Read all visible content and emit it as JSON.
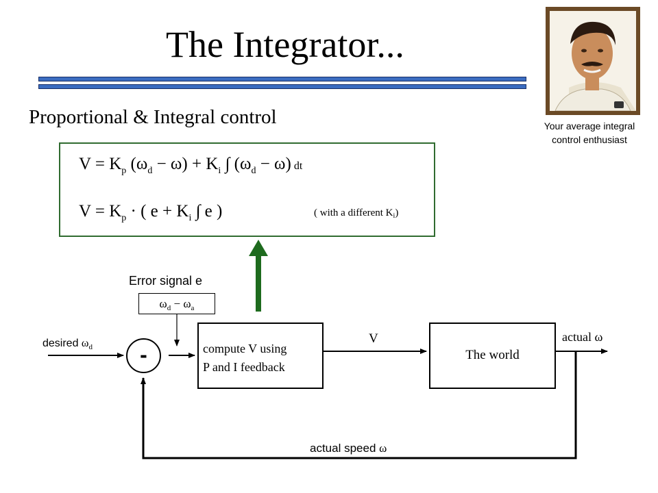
{
  "title": "The Integrator...",
  "subtitle": "Proportional & Integral control",
  "photo": {
    "caption_line1": "Your average integral",
    "caption_line2": "control enthusiast"
  },
  "equations": {
    "eq1": {
      "lhs": "V = ",
      "kp": "K",
      "kp_sub": "p",
      "open1": " (",
      "wd": "ω",
      "wd_sub": "d",
      "minus": " − ",
      "w": "ω",
      "close1": ") + ",
      "ki": "K",
      "ki_sub": "i",
      "integral": " ∫ (",
      "wd2": "ω",
      "wd2_sub": "d",
      "minus2": " − ",
      "w2": "ω",
      "close2": ")",
      "dt": " dt"
    },
    "eq2": {
      "lhs": "V = ",
      "kp": "K",
      "kp_sub": "p",
      "dot": " · ",
      "rest1": "( e + ",
      "ki": "K",
      "ki_sub": "i",
      "rest2": " ∫ e )"
    },
    "note": {
      "text": "( with a different K",
      "sub": "i",
      "close": ")"
    }
  },
  "error": {
    "label": "Error signal e",
    "w1": "ω",
    "w1_sub": "d",
    "minus": " − ",
    "w2": "ω",
    "w2_sub": "a"
  },
  "summing_junction": {
    "sign": "-"
  },
  "controller": {
    "line1": "compute V using",
    "line2": "P and I feedback"
  },
  "world": {
    "label": "The world"
  },
  "signals": {
    "desired": "desired ",
    "desired_symbol": "ω",
    "desired_sub": "d",
    "v": "V",
    "actual": "actual ",
    "actual_symbol": "ω",
    "actual_speed": "actual speed ",
    "actual_speed_symbol": "ω"
  },
  "colors": {
    "rule": "#3b6cc0",
    "box_border": "#2f6b2f",
    "arrow_green": "#1e6b1e",
    "frame": "#6b4a26"
  }
}
